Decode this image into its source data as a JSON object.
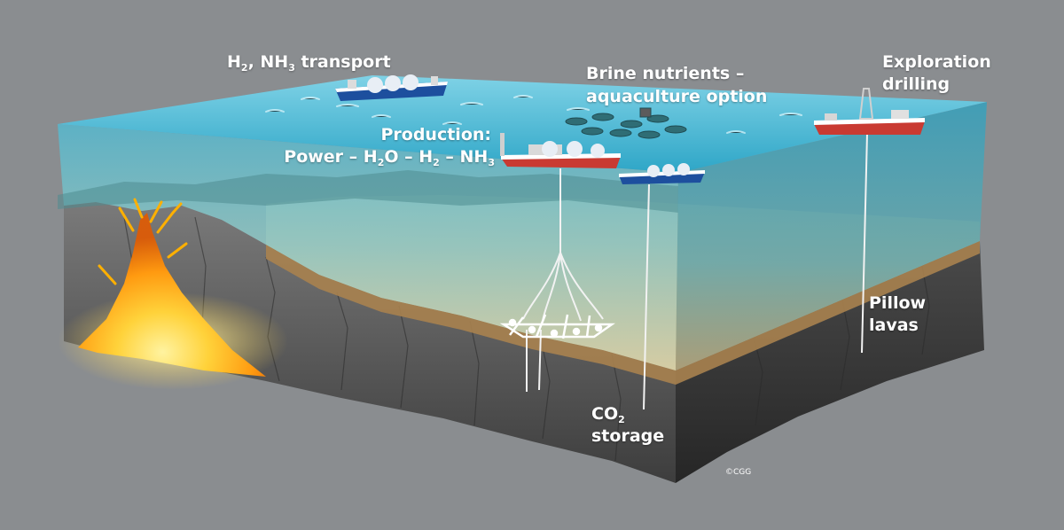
{
  "labels": {
    "transport": {
      "p1": "H",
      "s1": "2",
      "p2": ", NH",
      "s2": "3",
      "p3": " transport"
    },
    "brine": {
      "line1": "Brine nutrients –",
      "line2": "aquaculture option"
    },
    "exploration": {
      "line1": "Exploration",
      "line2": "drilling"
    },
    "production": {
      "line1": "Production:",
      "line2": {
        "p1": "Power – H",
        "s1": "2",
        "p2": "O – H",
        "s2": "2",
        "p3": " – NH",
        "s3": "3"
      }
    },
    "pillow": {
      "line1": "Pillow",
      "line2": "lavas"
    },
    "co2": {
      "p1": "CO",
      "s1": "2",
      "line2": "storage"
    }
  },
  "copyright": "©CGG",
  "colors": {
    "background": "#8a8d90",
    "water_surface": "#3fb3cf",
    "water_body": "#5fb6c4",
    "seafloor": "#c9b98a",
    "rock": "#5a5a5a",
    "lava": "#ffb000",
    "ship_hull_red": "#c93a32",
    "ship_hull_blue": "#1d4f9e"
  },
  "icons": [
    "volcano-icon",
    "lng-tanker-icon",
    "production-vessel-icon",
    "drillship-icon",
    "fish-pens-icon",
    "subsea-template-icon"
  ]
}
